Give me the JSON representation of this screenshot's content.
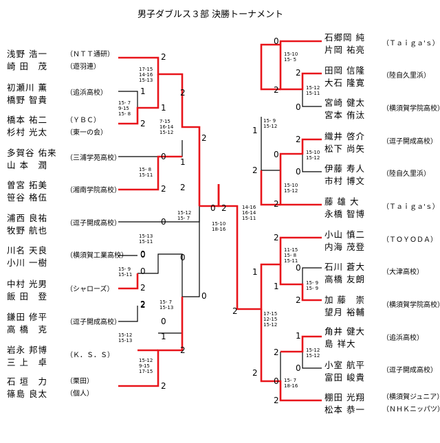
{
  "title": "男子ダブルス３部 決勝トーナメント",
  "left_pairs": [
    {
      "p1": "浅野 浩一",
      "p2": "崎 田　茂",
      "club": "（ＮＴＴ通研）",
      "club2": "（遊羽連）"
    },
    {
      "p1": "初瀬川 薫",
      "p2": "橋野 智貴",
      "club": "（追浜高校）",
      "club2": ""
    },
    {
      "p1": "橋本 祐二",
      "p2": "杉村 光太",
      "club": "（ＹＢＣ）",
      "club2": "（東一の会）"
    },
    {
      "p1": "多賀谷 佑来",
      "p2": "山 本　潤",
      "club": "（三浦学苑高校）",
      "club2": ""
    },
    {
      "p1": "曽宮 拓美",
      "p2": "笹谷 格伍",
      "club": "（湘南学院高校）",
      "club2": ""
    },
    {
      "p1": "浦西 良祐",
      "p2": "牧野 航也",
      "club": "（逗子開成高校）",
      "club2": ""
    },
    {
      "p1": "川名 天良",
      "p2": "小川 一樹",
      "club": "（横須賀工業高校）",
      "club2": ""
    },
    {
      "p1": "中村 光男",
      "p2": "飯 田　登",
      "club": "（シャローズ）",
      "club2": ""
    },
    {
      "p1": "鎌田 修平",
      "p2": "高 橋　克",
      "club": "（逗子開成高校）",
      "club2": ""
    },
    {
      "p1": "岩永 邦博",
      "p2": "三 上　卓",
      "club": "（Ｋ．Ｓ．Ｓ）",
      "club2": ""
    },
    {
      "p1": "石 垣　力",
      "p2": "篠島 良太",
      "club": "（栗田）",
      "club2": "（個人）"
    }
  ],
  "right_pairs": [
    {
      "p1": "石郷岡 純",
      "p2": "片岡 祐亮",
      "club": "（Ｔａｉｇａ'ｓ）"
    },
    {
      "p1": "田岡 信隆",
      "p2": "大石 隆寛",
      "club": "（陸自久里浜）"
    },
    {
      "p1": "宮崎 健太",
      "p2": "宮本 侑汰",
      "club": "（横須賀学院高校）"
    },
    {
      "p1": "織井 啓介",
      "p2": "松下 尚矢",
      "club": "（逗子開成高校）"
    },
    {
      "p1": "伊藤 寿人",
      "p2": "市村 博文",
      "club": "（陸自久里浜）"
    },
    {
      "p1": "藤 雄 大",
      "p2": "永橋 智博",
      "club": "（Ｔａｉｇａ'ｓ）"
    },
    {
      "p1": "小山 慎二",
      "p2": "内海 茂登",
      "club": "（ＴＯＹＯＤＡ）"
    },
    {
      "p1": "石川 蒼大",
      "p2": "高橋 友朗",
      "club": "（大津高校）"
    },
    {
      "p1": "加 藤　崇",
      "p2": "望月 裕輔",
      "club": "（横須賀学院高校）"
    },
    {
      "p1": "角井 健大",
      "p2": "島 祥大",
      "club": "（追浜高校）"
    },
    {
      "p1": "小室 航平",
      "p2": "富田 峻貴",
      "club": "（逗子開成高校）"
    },
    {
      "p1": "棚田 光翔",
      "p2": "松本 恭一",
      "club": "（横須賀ジュニア）",
      "club2": "（ＮＨＫニッパツ）"
    }
  ],
  "round_scores": [
    {
      "id": "l1",
      "t": "2"
    },
    {
      "id": "l2",
      "t": "1"
    },
    {
      "id": "l3",
      "t": "1"
    },
    {
      "id": "l4",
      "t": "2"
    },
    {
      "id": "l5",
      "t": "0"
    },
    {
      "id": "l6",
      "t": "2"
    },
    {
      "id": "l7",
      "t": "0"
    },
    {
      "id": "l8",
      "t": "0"
    },
    {
      "id": "l9",
      "t": "2"
    },
    {
      "id": "l10",
      "t": "0"
    },
    {
      "id": "l11",
      "t": "1"
    },
    {
      "id": "l12",
      "t": "2"
    },
    {
      "id": "l13",
      "t": "2"
    },
    {
      "id": "l14",
      "t": "2"
    },
    {
      "id": "l15",
      "t": "1"
    },
    {
      "id": "l16",
      "t": "0"
    },
    {
      "id": "l17",
      "t": "2"
    },
    {
      "id": "l18",
      "t": "2"
    },
    {
      "id": "l19",
      "t": "0"
    },
    {
      "id": "l20",
      "t": "0"
    },
    {
      "id": "l21",
      "t": "2"
    },
    {
      "id": "l22",
      "t": "0"
    },
    {
      "id": "l23",
      "t": "2"
    },
    {
      "id": "f1",
      "t": "0"
    },
    {
      "id": "f2",
      "t": "2"
    },
    {
      "id": "r1",
      "t": "0"
    },
    {
      "id": "r2",
      "t": "2"
    },
    {
      "id": "r3",
      "t": "2"
    },
    {
      "id": "r4",
      "t": "0"
    },
    {
      "id": "r5",
      "t": "1"
    },
    {
      "id": "r6",
      "t": "2"
    },
    {
      "id": "r7",
      "t": "0"
    },
    {
      "id": "r8",
      "t": "2"
    },
    {
      "id": "r9",
      "t": "0"
    },
    {
      "id": "r10",
      "t": "2"
    },
    {
      "id": "r11",
      "t": "2"
    },
    {
      "id": "r12",
      "t": "1"
    },
    {
      "id": "r13",
      "t": "0"
    },
    {
      "id": "r14",
      "t": "1"
    },
    {
      "id": "r15",
      "t": "2"
    },
    {
      "id": "r16",
      "t": "2"
    },
    {
      "id": "r17",
      "t": "0"
    },
    {
      "id": "r18",
      "t": "1"
    },
    {
      "id": "r19",
      "t": "2"
    },
    {
      "id": "r20",
      "t": "2"
    },
    {
      "id": "r21",
      "t": "0"
    },
    {
      "id": "r22",
      "t": "2"
    }
  ],
  "game_scores": [
    {
      "id": "gl1",
      "lines": [
        "17-15",
        "14-16",
        "15-13"
      ]
    },
    {
      "id": "gl2",
      "lines": [
        "15- 7",
        "9-15",
        "15- 8"
      ]
    },
    {
      "id": "gl3",
      "lines": [
        "7-15",
        "16-14",
        "15-12"
      ]
    },
    {
      "id": "gl4",
      "lines": [
        "15- 8",
        "15-11"
      ]
    },
    {
      "id": "gl5",
      "lines": [
        "15-12",
        "15- 7"
      ]
    },
    {
      "id": "gl6",
      "lines": [
        "15-13",
        "15-11"
      ]
    },
    {
      "id": "gl7",
      "lines": [
        "15- 9",
        "15-11"
      ]
    },
    {
      "id": "gl8",
      "lines": [
        "15- 7",
        "15-13"
      ]
    },
    {
      "id": "gl9",
      "lines": [
        "15-12",
        "15-13"
      ]
    },
    {
      "id": "gl10",
      "lines": [
        "15-12",
        "9-15",
        "17-15"
      ]
    },
    {
      "id": "gf",
      "lines": [
        "15-10",
        "18-16"
      ]
    },
    {
      "id": "gr1",
      "lines": [
        "15-10",
        "15- 5"
      ]
    },
    {
      "id": "gr2",
      "lines": [
        "15-12",
        "15-11"
      ]
    },
    {
      "id": "gr3",
      "lines": [
        "15- 9",
        "15-12"
      ]
    },
    {
      "id": "gr4",
      "lines": [
        "15-10",
        "15-12"
      ]
    },
    {
      "id": "gr5",
      "lines": [
        "15-10",
        "15-12"
      ]
    },
    {
      "id": "gr6",
      "lines": [
        "14-16",
        "16-14",
        "15-11"
      ]
    },
    {
      "id": "gr7",
      "lines": [
        "11-15",
        "15- 8",
        "15-11"
      ]
    },
    {
      "id": "gr8",
      "lines": [
        "15- 9",
        "15- 9"
      ]
    },
    {
      "id": "gr9",
      "lines": [
        "17-15",
        "12-15",
        "15-12"
      ]
    },
    {
      "id": "gr10",
      "lines": [
        "15-12",
        "15-12"
      ]
    },
    {
      "id": "gr11",
      "lines": [
        "15- 7",
        "18-16"
      ]
    }
  ],
  "colors": {
    "win": "#e8141a",
    "line": "#000000"
  }
}
